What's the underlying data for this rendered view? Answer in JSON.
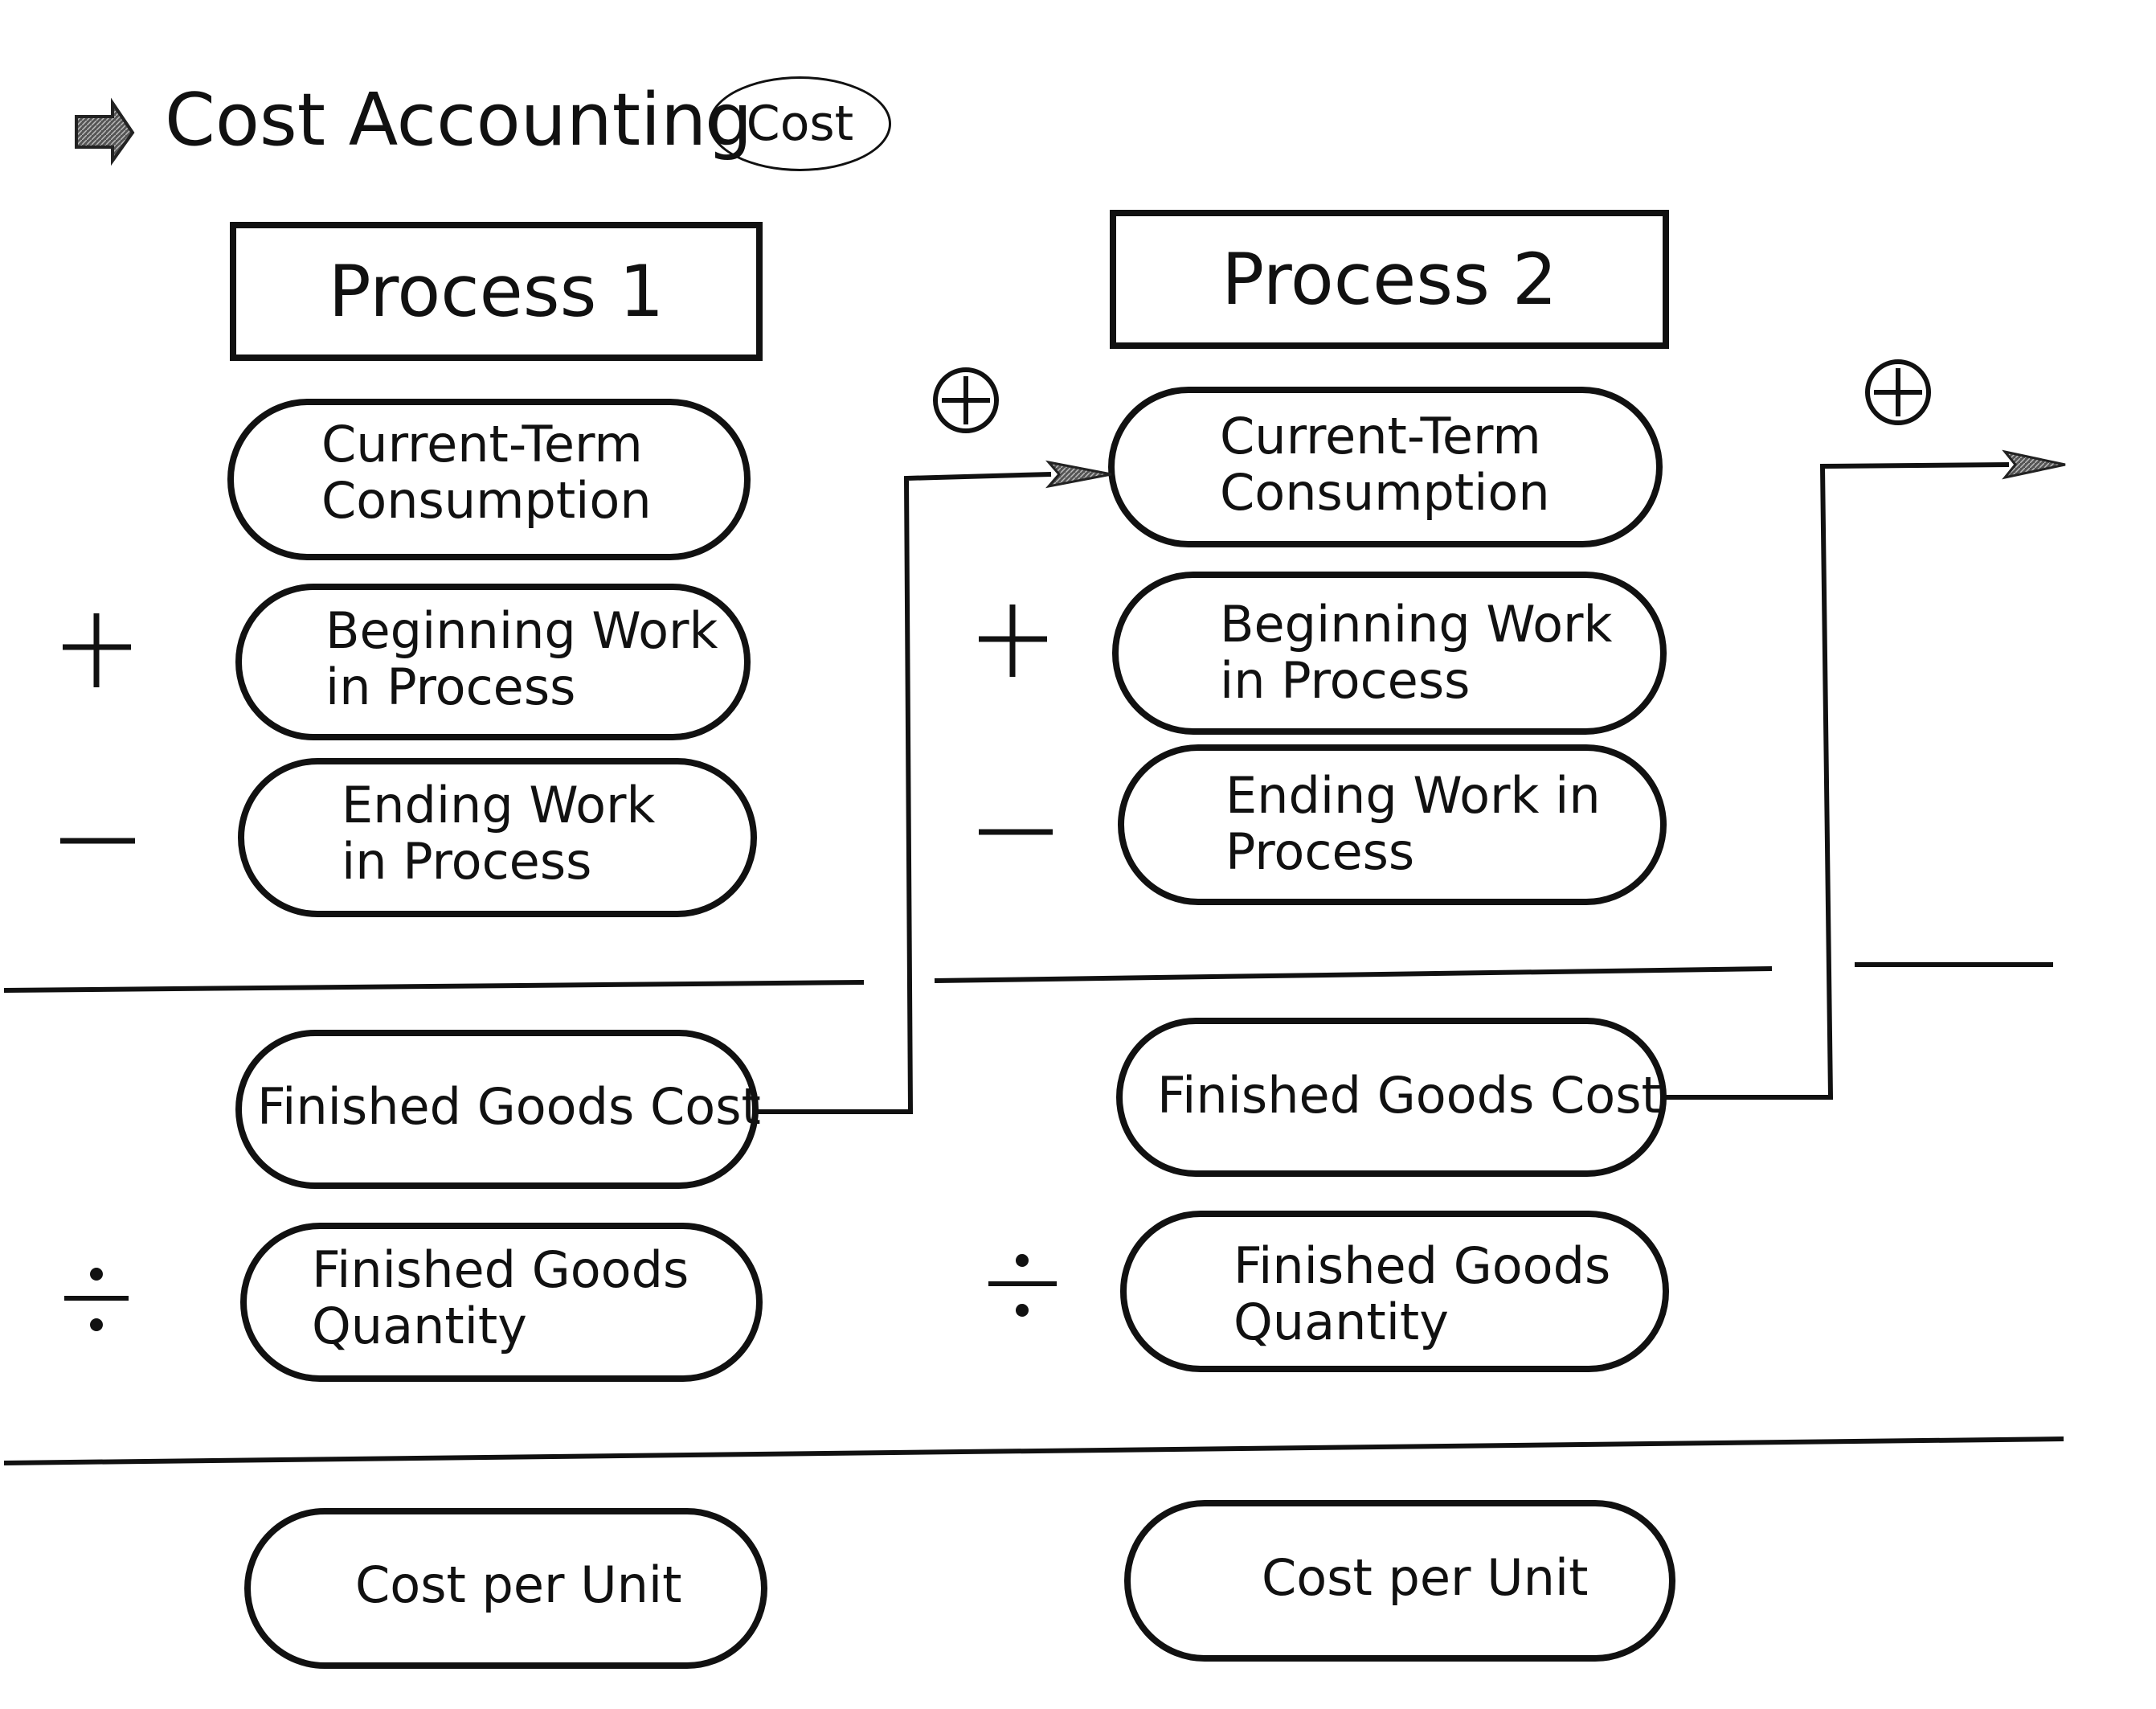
{
  "header": {
    "title": "Cost Accounting",
    "badge": "Cost"
  },
  "process1": {
    "title": "Process 1",
    "current_term": [
      "Current-Term",
      "Consumption"
    ],
    "beginning_wip": [
      "Beginning Work",
      "in Process"
    ],
    "ending_wip": [
      "Ending Work",
      "in Process"
    ],
    "finished_goods_cost": "Finished Goods Cost",
    "finished_goods_quantity": [
      "Finished Goods",
      "Quantity"
    ],
    "cost_per_unit": "Cost per Unit"
  },
  "process2": {
    "title": "Process 2",
    "current_term": [
      "Current-Term",
      "Consumption"
    ],
    "beginning_wip": [
      "Beginning Work",
      "in Process"
    ],
    "ending_wip": [
      "Ending Work in",
      "Process"
    ],
    "finished_goods_cost": "Finished Goods Cost",
    "finished_goods_quantity": [
      "Finished Goods",
      "Quantity"
    ],
    "cost_per_unit": "Cost per Unit"
  },
  "operators": {
    "add": "+",
    "subtract": "−",
    "divide": "÷",
    "transfer_in": "⊕"
  }
}
